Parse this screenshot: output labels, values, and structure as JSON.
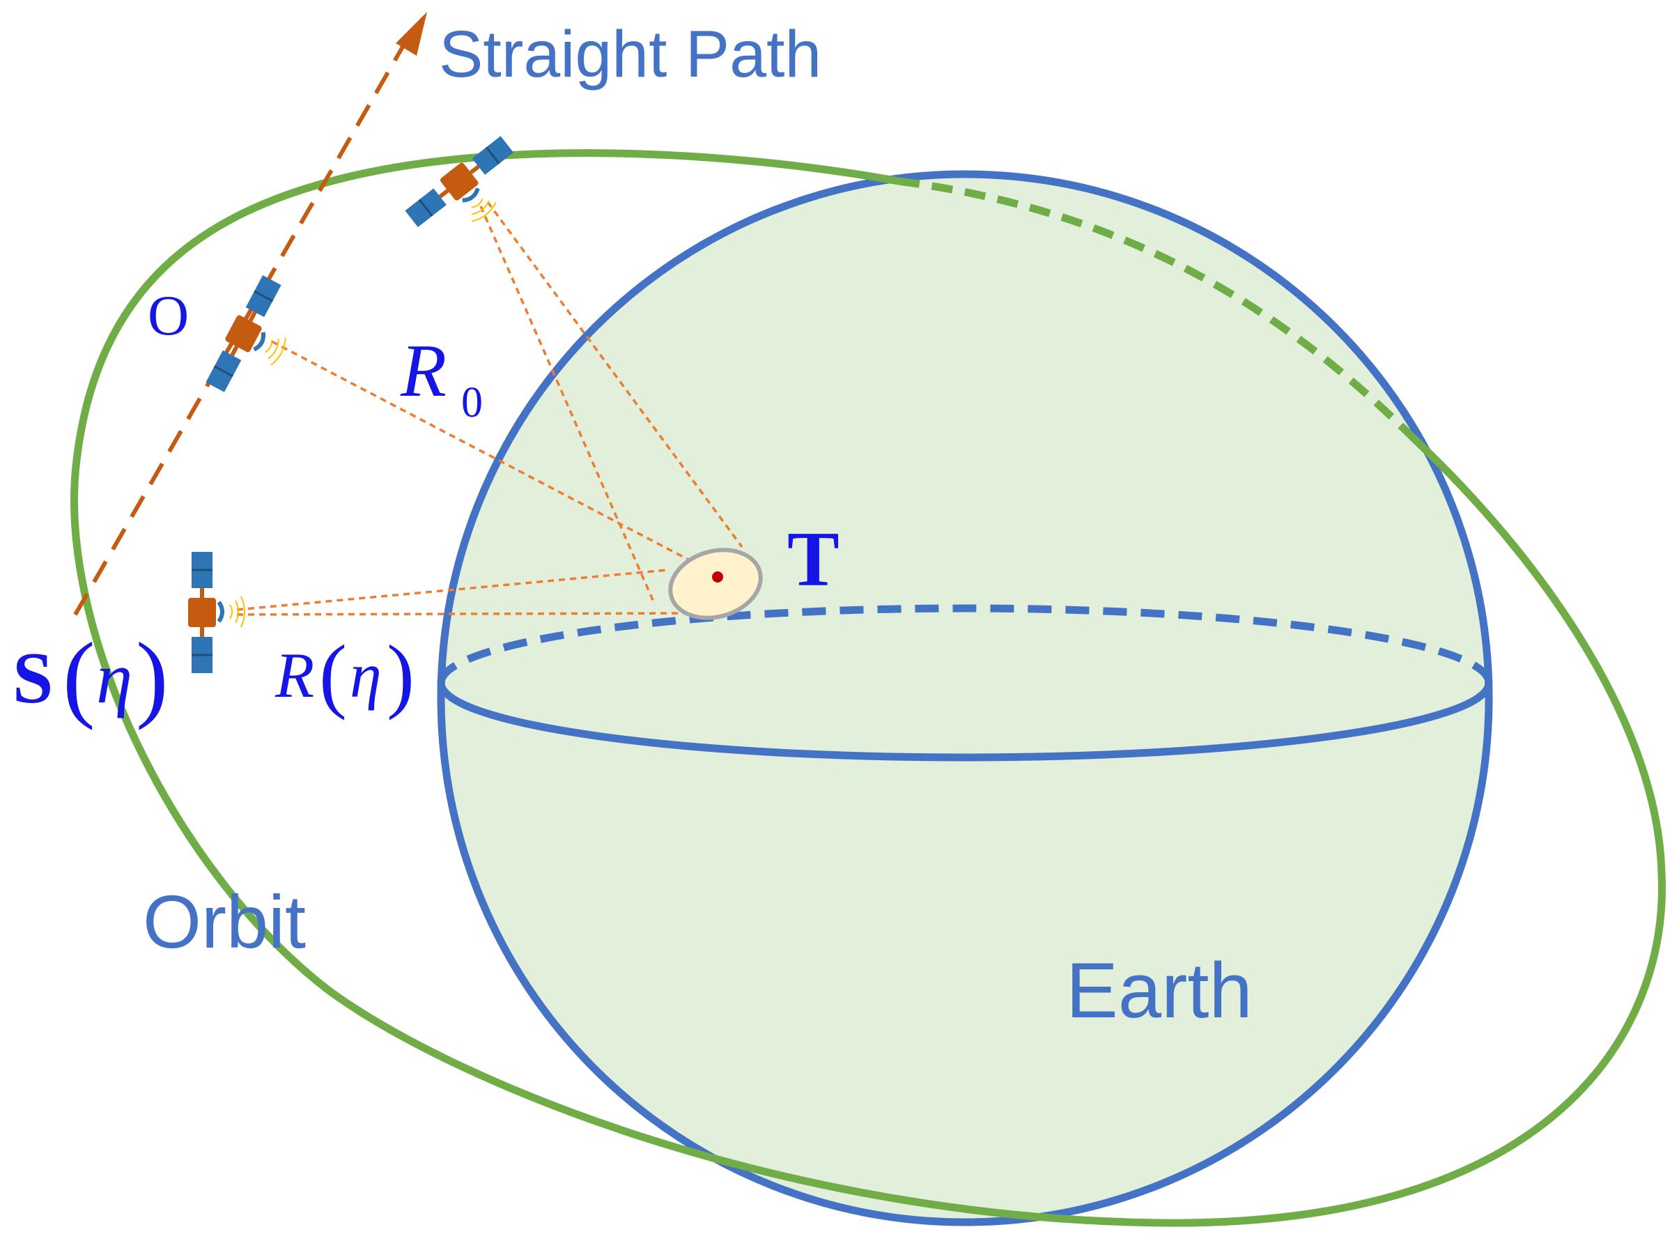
{
  "labels": {
    "straight_path": "Straight Path",
    "origin": "O",
    "r0_main": "R",
    "r0_sub": "0",
    "target": "T",
    "s_eta_bold": "S",
    "s_eta_paren_open": "(",
    "s_eta_var": "η",
    "s_eta_paren_close": ")",
    "r_eta_var": "R",
    "r_eta_paren_open": "(",
    "r_eta_arg": "η",
    "r_eta_paren_close": ")",
    "orbit": "Orbit",
    "earth": "Earth"
  },
  "colors": {
    "label_blue": "#4472C4",
    "math_blue": "#1515E6",
    "earth_outline": "#4472C4",
    "earth_fill": "#E2EFDA",
    "orbit": "#70AD47",
    "straight_path": "#C55A11",
    "beam": "#ED7D31",
    "target_fill": "#FFF2CC",
    "target_outline": "#A6A6A6",
    "target_center": "#C00000",
    "satellite_panel": "#2E75B6",
    "satellite_body": "#C55A11"
  },
  "icons": {
    "satellite": "satellite-icon",
    "target_area": "target-footprint",
    "arrow": "arrow-head-icon"
  }
}
